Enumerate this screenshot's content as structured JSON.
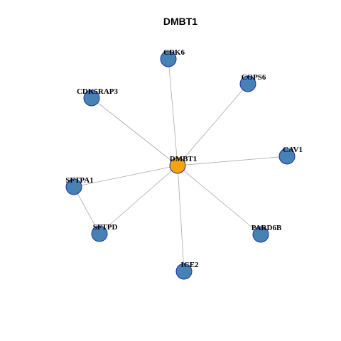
{
  "title": "DMBT1",
  "colors": {
    "center_node": "#f5a40c",
    "neighbor_node": "#4682b4",
    "node_border": "#1f2fa8",
    "edge": "#aaaaaa"
  },
  "nodes": [
    {
      "id": "DMBT1",
      "label": "DMBT1",
      "role": "center"
    },
    {
      "id": "CDK6",
      "label": "CDK6",
      "role": "neighbor"
    },
    {
      "id": "COPS6",
      "label": "COPS6",
      "role": "neighbor"
    },
    {
      "id": "CDK5RAP3",
      "label": "CDK5RAP3",
      "role": "neighbor"
    },
    {
      "id": "CAV1",
      "label": "CAV1",
      "role": "neighbor"
    },
    {
      "id": "SFTPA1",
      "label": "SFTPA1",
      "role": "neighbor"
    },
    {
      "id": "SFTPD",
      "label": "SFTPD",
      "role": "neighbor"
    },
    {
      "id": "PARD6B",
      "label": "PARD6B",
      "role": "neighbor"
    },
    {
      "id": "ICE2",
      "label": "ICE2",
      "role": "neighbor"
    }
  ],
  "edges": [
    [
      "DMBT1",
      "CDK6"
    ],
    [
      "DMBT1",
      "COPS6"
    ],
    [
      "DMBT1",
      "CDK5RAP3"
    ],
    [
      "DMBT1",
      "CAV1"
    ],
    [
      "DMBT1",
      "SFTPA1"
    ],
    [
      "DMBT1",
      "SFTPD"
    ],
    [
      "DMBT1",
      "PARD6B"
    ],
    [
      "DMBT1",
      "ICE2"
    ],
    [
      "SFTPA1",
      "SFTPD"
    ]
  ]
}
